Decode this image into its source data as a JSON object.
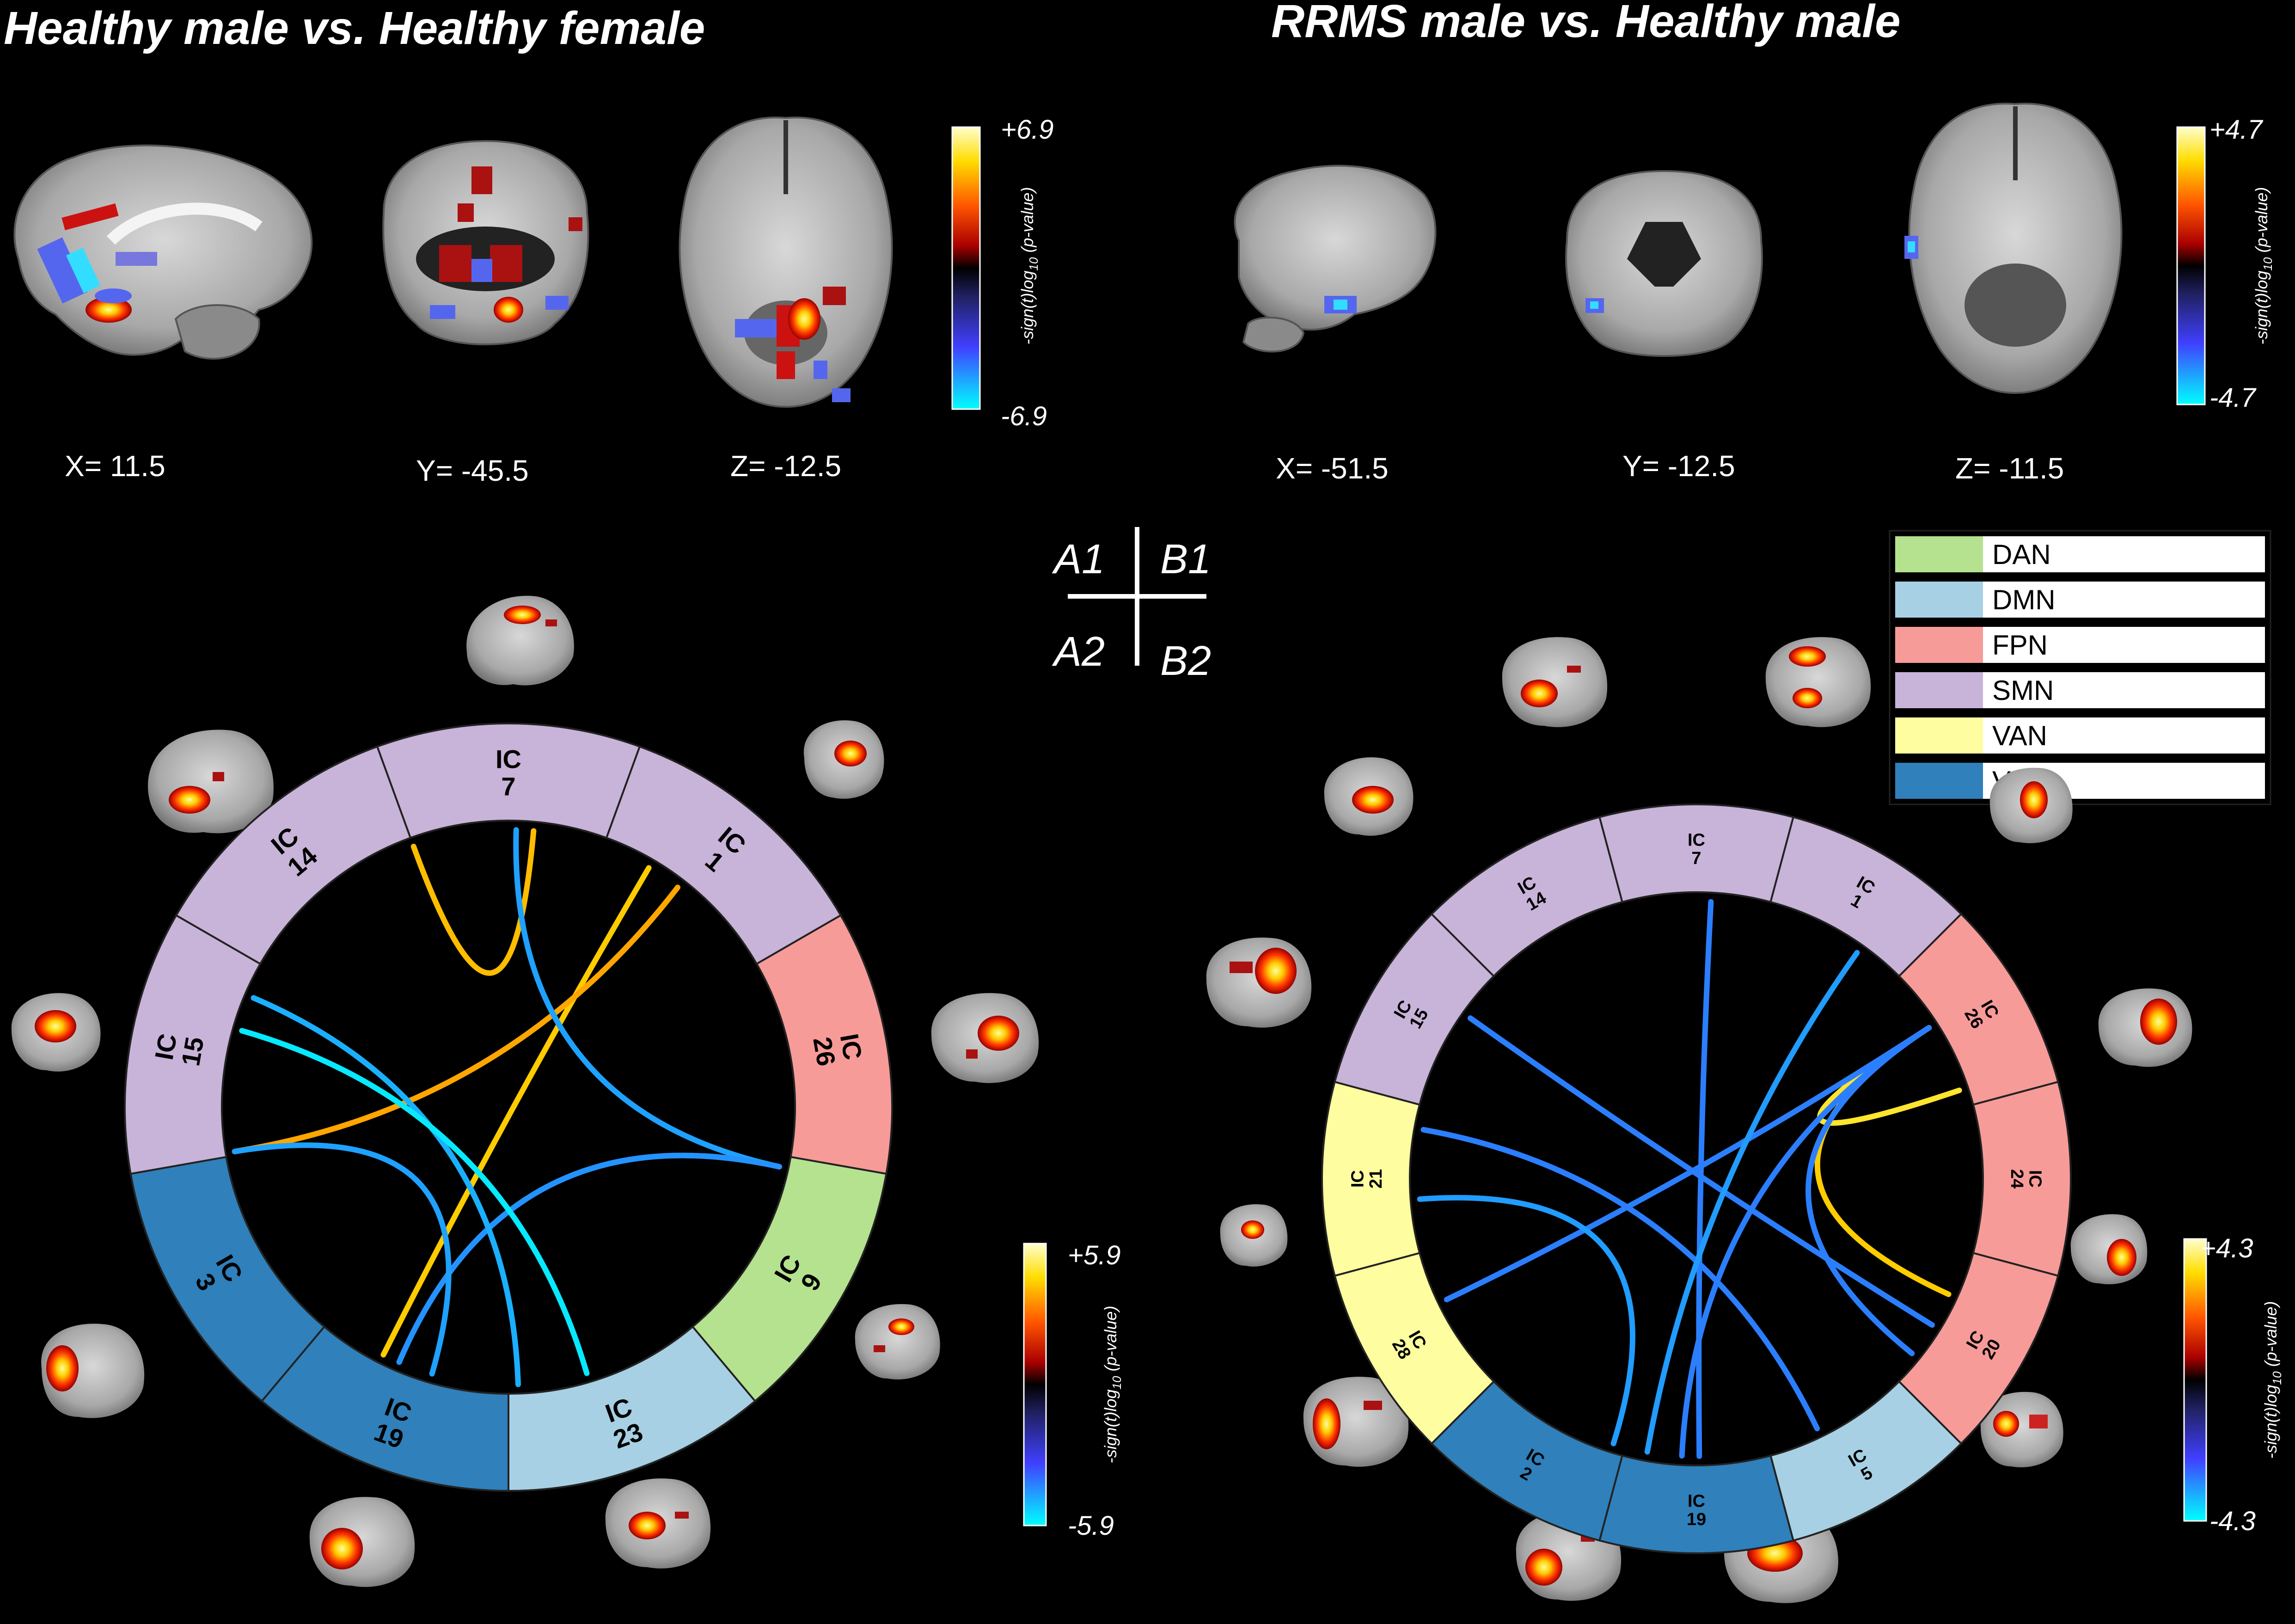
{
  "panelA1": {
    "title": "Healthy male vs. Healthy female",
    "slices": [
      "X= 11.5",
      "Y= -45.5",
      "Z= -12.5"
    ],
    "colorbar": {
      "max": "+6.9",
      "min": "-6.9",
      "label": "-sign(t)log",
      "sub": "10",
      "suffix": " (p-value)"
    }
  },
  "panelB1": {
    "title": "RRMS male vs. Healthy male",
    "slices": [
      "X= -51.5",
      "Y= -12.5",
      "Z= -11.5"
    ],
    "colorbar": {
      "max": "+4.7",
      "min": "-4.7",
      "label": "-sign(t)log",
      "sub": "10",
      "suffix": " (p-value)"
    }
  },
  "layoutKey": {
    "tl": "A1",
    "tr": "B1",
    "bl": "A2",
    "br": "B2"
  },
  "legend": [
    {
      "label": "DAN",
      "color": "#b5e28f"
    },
    {
      "label": "DMN",
      "color": "#a7d0e4"
    },
    {
      "label": "FPN",
      "color": "#f79b98"
    },
    {
      "label": "SMN",
      "color": "#c8b3d9"
    },
    {
      "label": "VAN",
      "color": "#fefea0"
    },
    {
      "label": "VIS",
      "color": "#2f80bb"
    }
  ],
  "networkColors": {
    "DAN": "#b5e28f",
    "DMN": "#a7d0e4",
    "FPN": "#f79b98",
    "SMN": "#c8b3d9",
    "VAN": "#fefea0",
    "VIS": "#2f80bb"
  },
  "panelA2": {
    "segments": [
      {
        "label": "IC",
        "num": "7",
        "net": "SMN"
      },
      {
        "label": "IC",
        "num": "1",
        "net": "SMN"
      },
      {
        "label": "IC",
        "num": "26",
        "net": "FPN"
      },
      {
        "label": "IC",
        "num": "9",
        "net": "DAN"
      },
      {
        "label": "IC",
        "num": "23",
        "net": "DMN"
      },
      {
        "label": "IC",
        "num": "19",
        "net": "VIS"
      },
      {
        "label": "IC",
        "num": "3",
        "net": "VIS"
      },
      {
        "label": "IC",
        "num": "15",
        "net": "SMN"
      },
      {
        "label": "IC",
        "num": "14",
        "net": "SMN"
      }
    ],
    "connections": [
      {
        "from": 0,
        "to": 7,
        "value": 4.6
      },
      {
        "from": 14,
        "to": 63,
        "value": 4.8
      },
      {
        "from": 16,
        "to": 78,
        "value": 4.3
      },
      {
        "from": 34,
        "to": 6,
        "value": -4.6
      },
      {
        "from": 34,
        "to": 62,
        "value": -4.4
      },
      {
        "from": 34,
        "to": 62,
        "value": -4.4
      },
      {
        "from": 78,
        "to": 60,
        "value": -4.6
      },
      {
        "from": 87,
        "to": 55,
        "value": -4.8
      },
      {
        "from": 85,
        "to": 51,
        "value": -5.6
      }
    ],
    "colorbar": {
      "max": "+5.9",
      "min": "-5.9",
      "label": "-sign(t)log",
      "sub": "10",
      "suffix": " (p-value)"
    }
  },
  "panelB2": {
    "segments": [
      {
        "label": "IC",
        "num": "7",
        "net": "SMN"
      },
      {
        "label": "IC",
        "num": "1",
        "net": "SMN"
      },
      {
        "label": "IC",
        "num": "26",
        "net": "FPN"
      },
      {
        "label": "IC",
        "num": "24",
        "net": "FPN"
      },
      {
        "label": "IC",
        "num": "20",
        "net": "FPN"
      },
      {
        "label": "IC",
        "num": "5",
        "net": "DMN"
      },
      {
        "label": "IC",
        "num": "19",
        "net": "VIS"
      },
      {
        "label": "IC",
        "num": "2",
        "net": "VIS"
      },
      {
        "label": "IC",
        "num": "28",
        "net": "VAN"
      },
      {
        "label": "IC",
        "num": "21",
        "net": "VAN"
      },
      {
        "label": "IC",
        "num": "15",
        "net": "SMN"
      },
      {
        "label": "IC",
        "num": "14",
        "net": "SMN"
      }
    ],
    "connections": [
      {
        "from": 20,
        "to": 36,
        "value": 3.5
      },
      {
        "from": 20,
        "to": 24,
        "value": 3.8
      },
      {
        "from": 20,
        "to": 55,
        "value": -3.0
      },
      {
        "from": 20,
        "to": 40,
        "value": -3.0
      },
      {
        "from": 20,
        "to": 72,
        "value": -3.0
      },
      {
        "from": 47,
        "to": 82,
        "value": -3.0
      },
      {
        "from": 38,
        "to": 89,
        "value": -3.0
      },
      {
        "from": 54,
        "to": 5,
        "value": -3.0
      },
      {
        "from": 57,
        "to": 14,
        "value": -3.3
      },
      {
        "from": 78,
        "to": 59,
        "value": -3.3
      }
    ],
    "colorbar": {
      "max": "+4.3",
      "min": "-4.3",
      "label": "-sign(t)log",
      "sub": "10",
      "suffix": " (p-value)"
    }
  }
}
